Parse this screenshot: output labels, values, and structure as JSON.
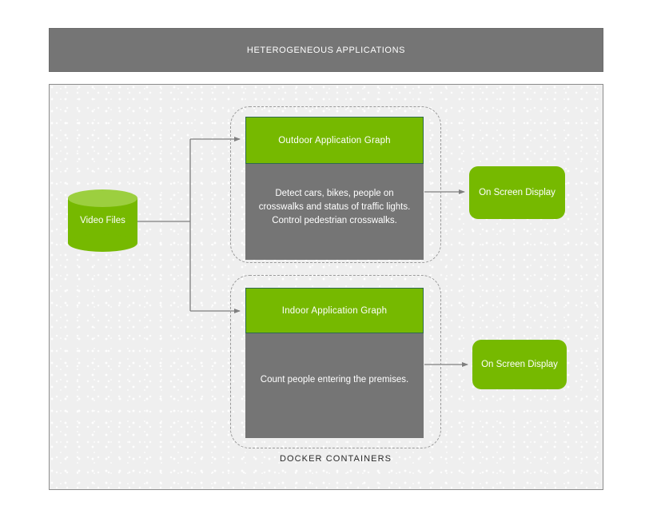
{
  "header": {
    "title": "HETEROGENEOUS APPLICATIONS"
  },
  "source": {
    "label": "Video Files",
    "shape": "cylinder-database"
  },
  "docker": {
    "group_label": "DOCKER CONTAINERS",
    "groups": [
      {
        "id": "outdoor",
        "card_title": "Outdoor Application Graph",
        "card_description": "Detect cars, bikes, people on crosswalks and status of traffic lights. Control pedestrian crosswalks.",
        "output_label": "On Screen Display"
      },
      {
        "id": "indoor",
        "card_title": "Indoor Application Graph",
        "card_description": "Count people entering the premises.",
        "output_label": "On Screen Display"
      }
    ]
  },
  "colors": {
    "brand_green": "#76b900",
    "cylinder_top_green": "#9ccf3f",
    "card_body_gray": "#757575",
    "header_gray": "#757575",
    "panel_background": "#efefef",
    "connector_gray": "#7f7f7f",
    "dashed_border": "#9a9a9a",
    "text_white": "#ffffff",
    "text_dark": "#2a2a2a"
  },
  "connectors": [
    {
      "from": "video-files",
      "to": "outdoor-application-graph",
      "style": "solid-arrow"
    },
    {
      "from": "video-files",
      "to": "indoor-application-graph",
      "style": "solid-arrow"
    },
    {
      "from": "outdoor-application-graph",
      "to": "outdoor-on-screen-display",
      "style": "solid-arrow"
    },
    {
      "from": "indoor-application-graph",
      "to": "indoor-on-screen-display",
      "style": "solid-arrow"
    }
  ]
}
